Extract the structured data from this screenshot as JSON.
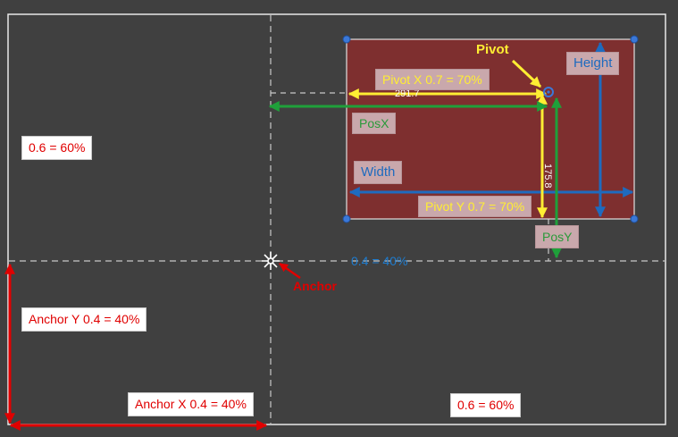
{
  "labels": {
    "pivot": "Pivot",
    "pivot_x": "Pivot X 0.7 = 70%",
    "pivot_y": "Pivot Y 0.7 = 70%",
    "width": "Width",
    "height": "Height",
    "pos_x": "PosX",
    "pos_y": "PosY",
    "anchor": "Anchor",
    "anchor_x": "Anchor X 0.4 = 40%",
    "anchor_y": "Anchor Y 0.4 = 40%",
    "left_share": "0.6 = 60%",
    "bottom_share": "0.6 = 60%",
    "right_share": "0.4 = 40%",
    "value_x": "291.7",
    "value_y": "175.8"
  },
  "colors": {
    "background": "#404040",
    "rect_fill": "#7e2f2f",
    "anchor_red": "#e00000",
    "pivot_yellow": "#ffee33",
    "pos_green": "#1fa03a",
    "size_blue": "#1e6bbf",
    "dashed_guide": "#c8c8c8"
  },
  "icons": {
    "anchor": "anchor-star-icon",
    "pivot": "pivot-circle-icon"
  }
}
